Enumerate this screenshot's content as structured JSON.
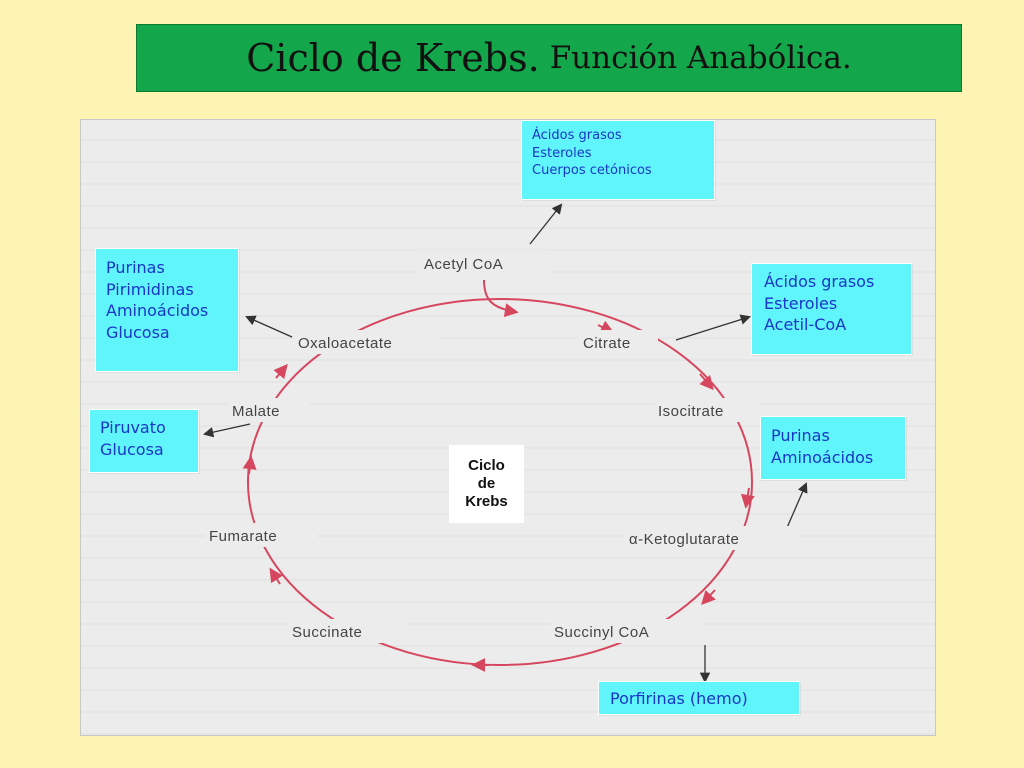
{
  "title": {
    "main": "Ciclo de Krebs.",
    "sub": "Función Anabólica."
  },
  "cycle": {
    "center_label": [
      "Ciclo",
      "de",
      "Krebs"
    ],
    "input": "Acetyl CoA",
    "metabolites": [
      "Citrate",
      "Isocitrate",
      "α-Ketoglutarate",
      "Succinyl CoA",
      "Succinate",
      "Fumarate",
      "Malate",
      "Oxaloacetate"
    ]
  },
  "products": {
    "acetyl_coa": [
      "Ácidos grasos",
      "Esteroles",
      "Cuerpos cetónicos"
    ],
    "oxaloacetate": [
      "Purinas",
      "Pirimidinas",
      "Aminoácidos",
      "Glucosa"
    ],
    "citrate": [
      "Ácidos grasos",
      "Esteroles",
      "Acetil-CoA"
    ],
    "malate": [
      "Piruvato",
      "Glucosa"
    ],
    "alpha_ketoglutarate": [
      "Purinas",
      "Aminoácidos"
    ],
    "succinyl_coa": [
      "Porfirinas (hemo)"
    ]
  },
  "colors": {
    "background": "#fdf3b2",
    "title_bar": "#13a64a",
    "product_box": "#5ff5fb",
    "product_text": "#1a36c8",
    "cycle_line": "#d6475f"
  }
}
